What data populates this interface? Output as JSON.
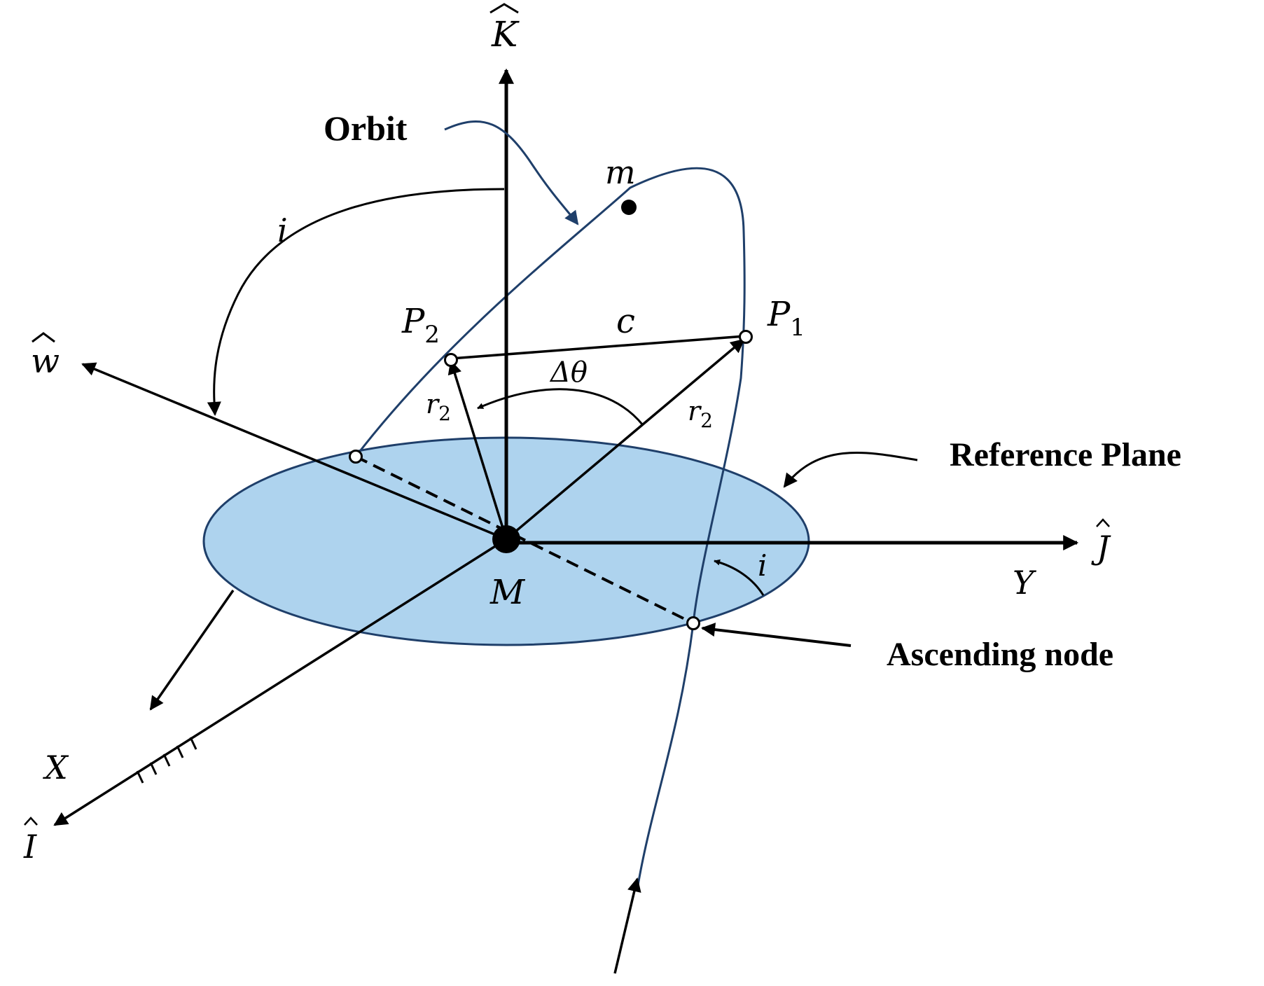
{
  "labels": {
    "K_axis": "K",
    "w_axis": "w",
    "J_axis": "J",
    "I_axis": "I",
    "X": "X",
    "Y": "Y",
    "orbit": "Orbit",
    "mass_m": "m",
    "center_M": "M",
    "inclination_top": "i",
    "inclination_plane": "i",
    "P2": "P",
    "P2_sub": "2",
    "P1": "P",
    "P1_sub": "1",
    "chord": "c",
    "delta_theta": "Δθ",
    "r_left": "r",
    "r_left_sub": "2",
    "r_right": "r",
    "r_right_sub": "2",
    "reference_plane": "Reference Plane",
    "ascending_node": "Ascending node"
  },
  "colors": {
    "plane_fill": "#aed3ee",
    "plane_stroke": "#1f3f6a",
    "orbit_stroke": "#1f3f6a",
    "ink": "#000000"
  }
}
